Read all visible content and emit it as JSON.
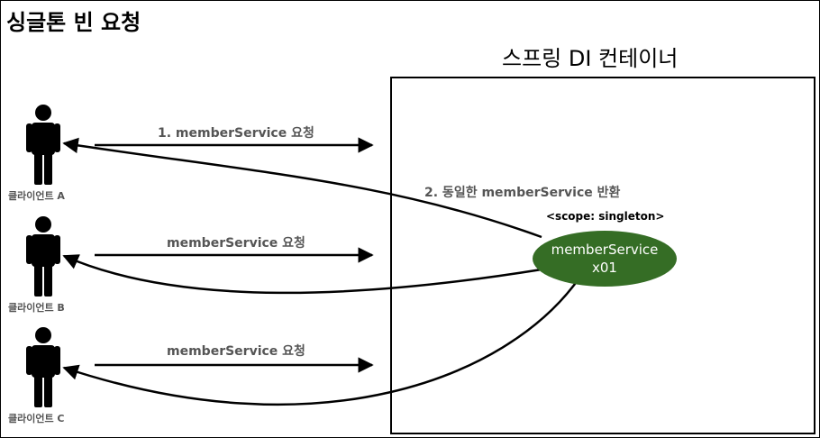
{
  "title": "싱글톤 빈 요청",
  "container": {
    "title": "스프링 DI 컨테이너"
  },
  "clients": [
    {
      "label": "클라이언트 A"
    },
    {
      "label": "클라이언트 B"
    },
    {
      "label": "클라이언트 C"
    }
  ],
  "requests": [
    {
      "label": "1. memberService 요청"
    },
    {
      "label": "memberService 요청"
    },
    {
      "label": "memberService 요청"
    }
  ],
  "return_label": "2. 동일한 memberService 반환",
  "bean": {
    "scope": "<scope: singleton>",
    "name": "memberService",
    "instance": "x01",
    "color": "#356d25"
  },
  "icons": {
    "client": "person-icon"
  }
}
